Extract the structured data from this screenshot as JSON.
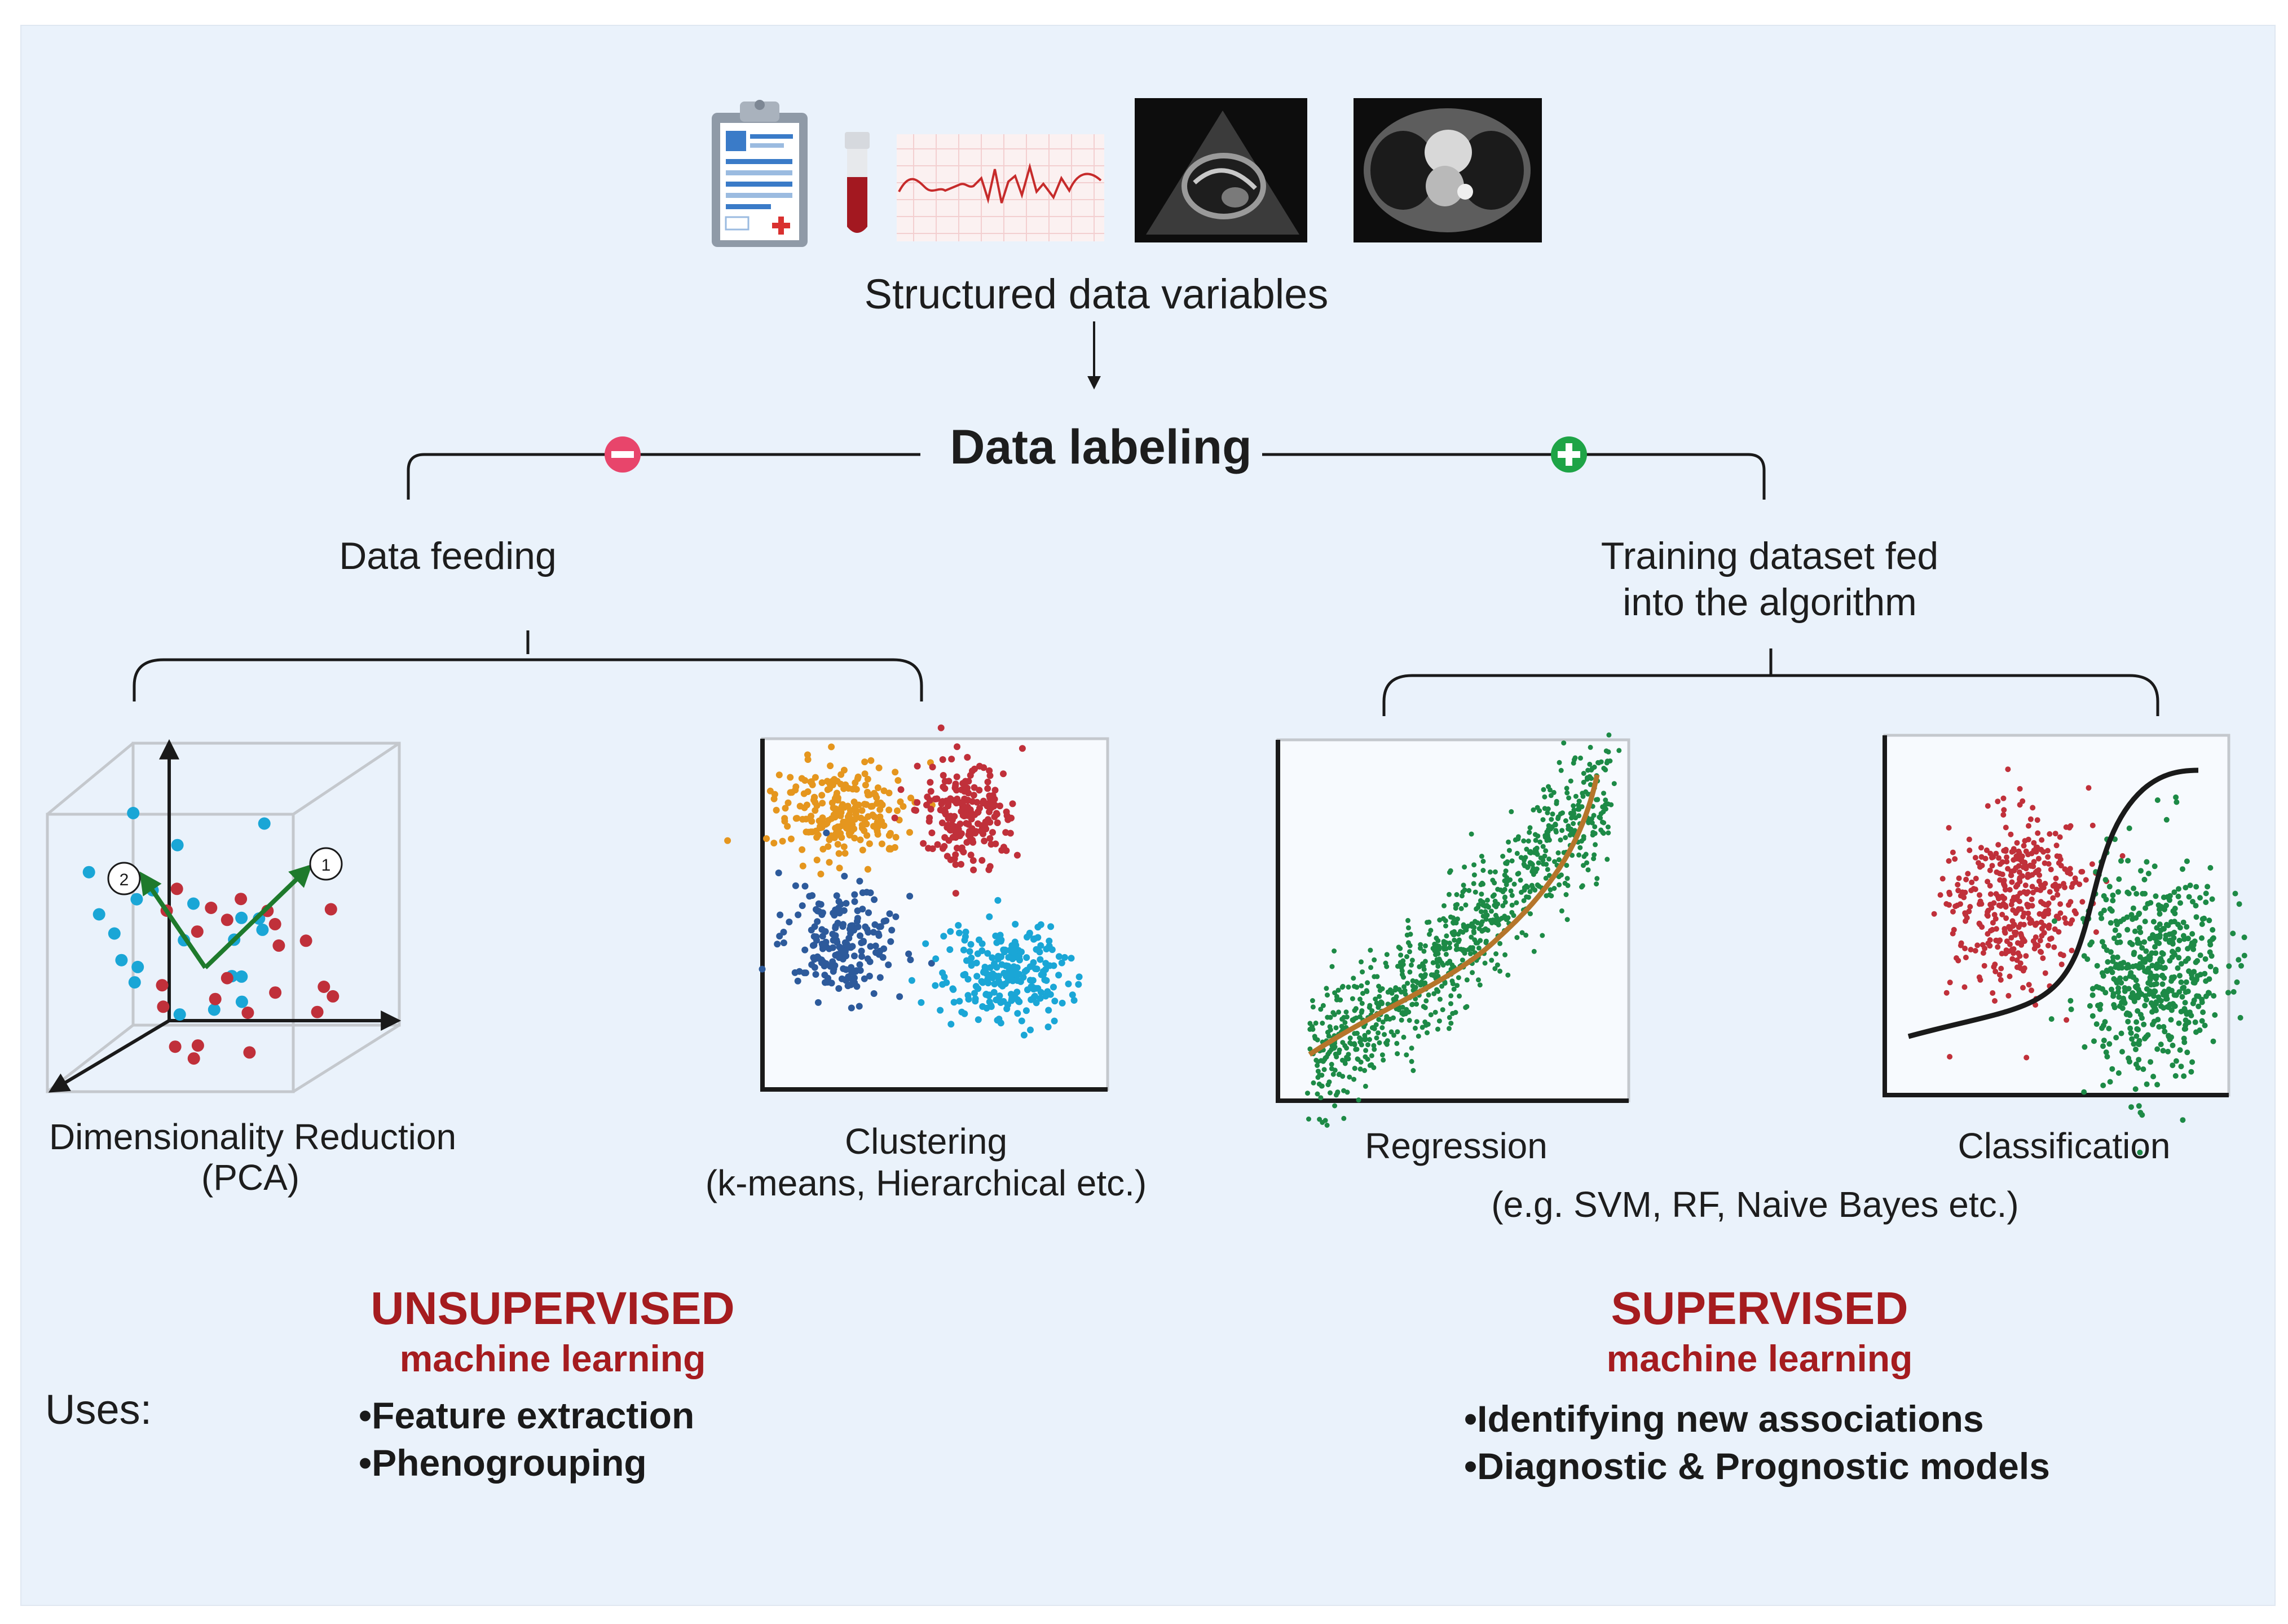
{
  "header": {
    "source_label": "Structured data variables"
  },
  "center": {
    "labeling_label": "Data labeling",
    "minus_icon": "minus-circle-icon",
    "plus_icon": "plus-circle-icon"
  },
  "unsupervised": {
    "branch_label": "Data feeding",
    "methods": [
      {
        "name": "Dimensionality Reduction",
        "detail": "(PCA)"
      },
      {
        "name": "Clustering",
        "detail": "(k-means, Hierarchical etc.)"
      }
    ],
    "title": "UNSUPERVISED",
    "subtitle": "machine learning",
    "uses": [
      "Feature extraction",
      "Phenogrouping"
    ]
  },
  "supervised": {
    "branch_label_1": "Training dataset fed",
    "branch_label_2": "into the algorithm",
    "methods": [
      {
        "name": "Regression"
      },
      {
        "name": "Classification"
      }
    ],
    "examples": "(e.g. SVM, RF, Naive Bayes etc.)",
    "title": "SUPERVISED",
    "subtitle": "machine learning",
    "uses": [
      "Identifying new associations",
      "Diagnostic & Prognostic models"
    ]
  },
  "uses_label": "Uses:",
  "pca_axis_labels": [
    "1",
    "2"
  ],
  "colors": {
    "background": "#eaf2fb",
    "title_red": "#a51c1f",
    "minus": "#e8456b",
    "plus": "#1ea446",
    "orange": "#e5961e",
    "red_dots": "#c0303a",
    "navy": "#2d5a9b",
    "cyan": "#1aa6d6",
    "green": "#1d8a46",
    "brown": "#b5752b"
  }
}
